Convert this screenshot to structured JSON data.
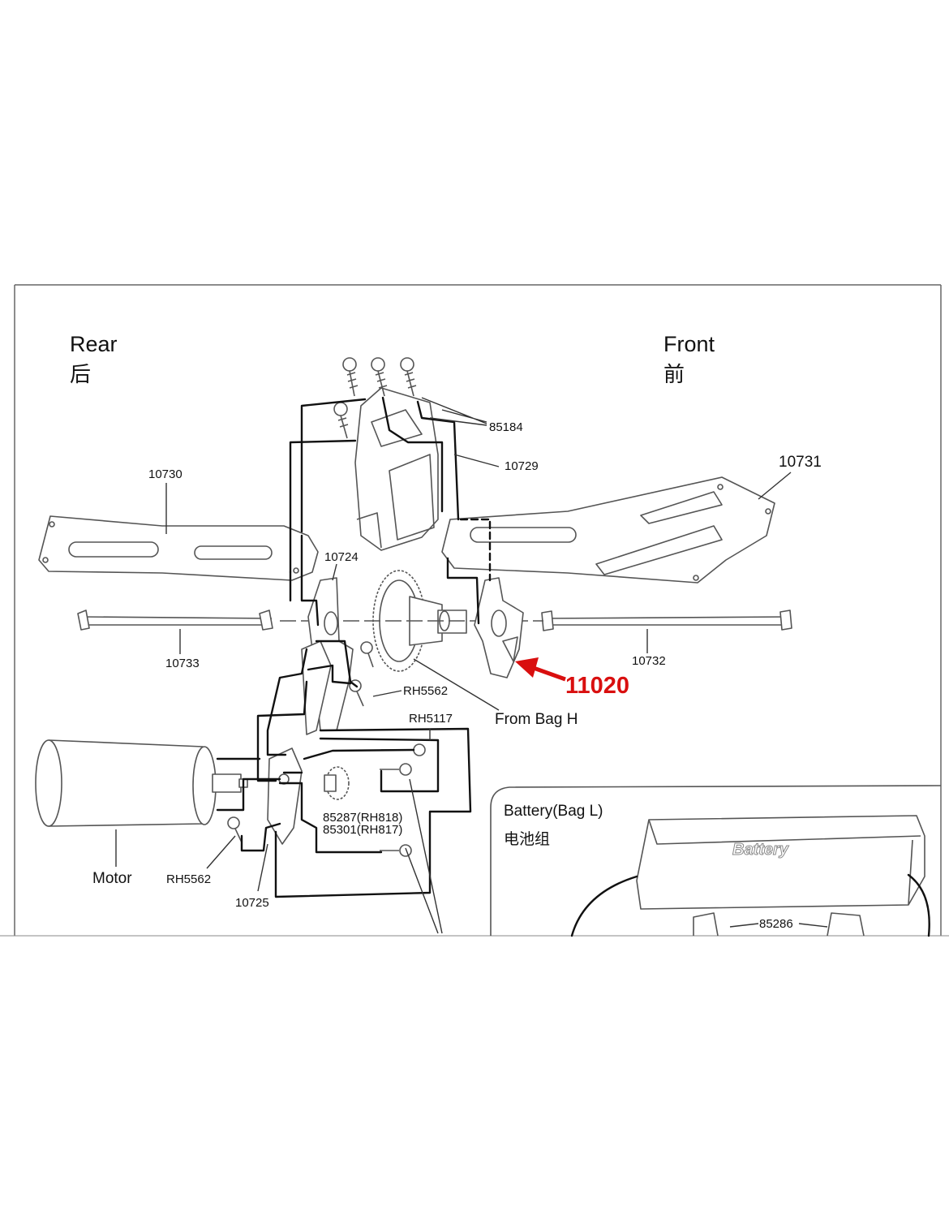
{
  "labels": {
    "rear_en": "Rear",
    "rear_cn": "后",
    "front_en": "Front",
    "front_cn": "前",
    "motor": "Motor",
    "from_bag_h": "From Bag H",
    "battery_en": "Battery",
    "battery_bag": "(Bag L)",
    "battery_cn": "电池组",
    "battery_print": "Battery"
  },
  "parts": {
    "p85184": "85184",
    "p10729": "10729",
    "p10731": "10731",
    "p10730": "10730",
    "p10724": "10724",
    "p10733": "10733",
    "p10732": "10732",
    "p11020": "11020",
    "p_rh5562_top": "RH5562",
    "p_rh5117": "RH5117",
    "p85287": "85287(RH818)",
    "p85301": "85301(RH817)",
    "p_rh5562_bottom": "RH5562",
    "p10725": "10725",
    "p85286": "85286"
  },
  "colors": {
    "highlight": "#d90f0f",
    "ink": "#111111",
    "outline": "#555555"
  },
  "icons": [
    "arrow-icon"
  ]
}
